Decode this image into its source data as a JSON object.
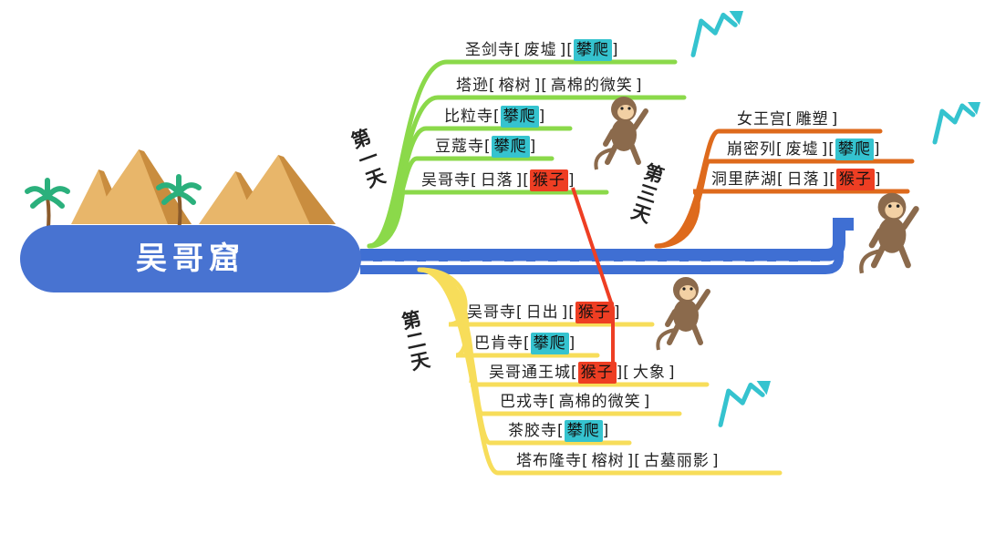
{
  "title": "吴哥窟",
  "colors": {
    "main_road": "#3f6fd3",
    "day1": "#8bd94a",
    "day2": "#f7dd5a",
    "day3": "#de6a1c",
    "climb_tag": "#35c3cf",
    "monkey_tag": "#ee3e23",
    "pill": "#4873d1",
    "arrow": "#35c3cf"
  },
  "days": [
    {
      "label": "第一天",
      "items": [
        {
          "name": "圣剑寺",
          "tags": [
            {
              "text": "废墟",
              "kind": "plain"
            },
            {
              "text": "攀爬",
              "kind": "climb"
            }
          ]
        },
        {
          "name": "塔逊",
          "tags": [
            {
              "text": "榕树",
              "kind": "plain"
            },
            {
              "text": "高棉的微笑",
              "kind": "plain"
            }
          ]
        },
        {
          "name": "比粒寺",
          "tags": [
            {
              "text": "攀爬",
              "kind": "climb"
            }
          ]
        },
        {
          "name": "豆蔻寺",
          "tags": [
            {
              "text": "攀爬",
              "kind": "climb"
            }
          ]
        },
        {
          "name": "吴哥寺",
          "tags": [
            {
              "text": "日落",
              "kind": "plain"
            },
            {
              "text": "猴子",
              "kind": "monkey"
            }
          ]
        }
      ]
    },
    {
      "label": "第二天",
      "items": [
        {
          "name": "吴哥寺",
          "tags": [
            {
              "text": "日出",
              "kind": "plain"
            },
            {
              "text": "猴子",
              "kind": "monkey"
            }
          ]
        },
        {
          "name": "巴肯寺",
          "tags": [
            {
              "text": "攀爬",
              "kind": "climb"
            }
          ]
        },
        {
          "name": "吴哥通王城",
          "tags": [
            {
              "text": "猴子",
              "kind": "monkey"
            },
            {
              "text": "大象",
              "kind": "plain"
            }
          ]
        },
        {
          "name": "巴戎寺",
          "tags": [
            {
              "text": "高棉的微笑",
              "kind": "plain"
            }
          ]
        },
        {
          "name": "茶胶寺",
          "tags": [
            {
              "text": "攀爬",
              "kind": "climb"
            }
          ]
        },
        {
          "name": "塔布隆寺",
          "tags": [
            {
              "text": "榕树",
              "kind": "plain"
            },
            {
              "text": "古墓丽影",
              "kind": "plain"
            }
          ]
        }
      ]
    },
    {
      "label": "第三天",
      "items": [
        {
          "name": "女王宫",
          "tags": [
            {
              "text": "雕塑",
              "kind": "plain"
            }
          ]
        },
        {
          "name": "崩密列",
          "tags": [
            {
              "text": "废墟",
              "kind": "plain"
            },
            {
              "text": "攀爬",
              "kind": "climb"
            }
          ]
        },
        {
          "name": "洞里萨湖",
          "tags": [
            {
              "text": "日落",
              "kind": "plain"
            },
            {
              "text": "猴子",
              "kind": "monkey"
            }
          ]
        }
      ]
    }
  ],
  "icons": {
    "pyramids": "pyramids-illustration",
    "palm": "palm-tree-icon",
    "monkey": "monkey-illustration",
    "arrow": "trend-arrow-icon"
  }
}
